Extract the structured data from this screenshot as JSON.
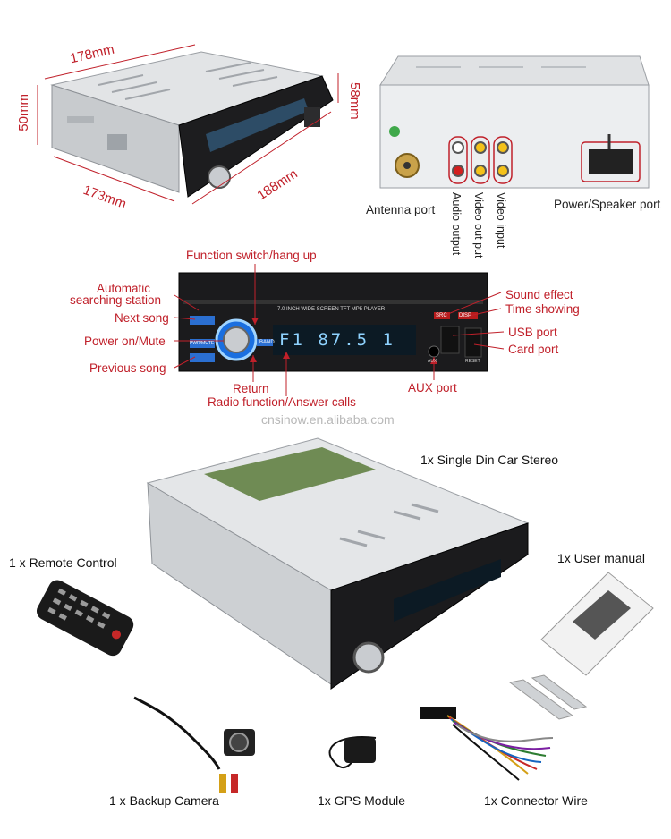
{
  "dimensions": {
    "width_top": "178mm",
    "height_left": "50mm",
    "width_bottom": "173mm",
    "depth_bottom": "188mm",
    "height_right": "58mm"
  },
  "rear_ports": {
    "antenna": "Antenna port",
    "audio_output": "Audio output",
    "video_out": "Video out put",
    "video_input": "Video input",
    "power_speaker": "Power/Speaker port"
  },
  "front_panel": {
    "screen_text": "7.0 INCH WIDE SCREEN TFT MP5 PLAYER",
    "display_readout": "F1 87.5 1",
    "btn_band": "BAND",
    "btn_src": "SRC",
    "btn_disp": "DISP",
    "btn_reset": "RESET",
    "btn_mute": "PWR/MUTE",
    "btn_aux": "AUX"
  },
  "callouts": {
    "function_switch": "Function switch/hang up",
    "auto_search_1": "Automatic",
    "auto_search_2": "searching station",
    "next_song": "Next song",
    "power_mute": "Power on/Mute",
    "previous_song": "Previous song",
    "return": "Return",
    "radio_function": "Radio function/Answer calls",
    "sound_effect": "Sound effect",
    "time_showing": "Time showing",
    "usb_port": "USB port",
    "card_port": "Card port",
    "aux_port": "AUX port"
  },
  "watermark": "cnsinow.en.alibaba.com",
  "package": {
    "stereo": "1x Single Din Car Stereo",
    "remote": "1 x Remote Control",
    "manual": "1x User manual",
    "camera": "1 x Backup Camera",
    "gps": "1x GPS Module",
    "wire": "1x Connector Wire"
  },
  "colors": {
    "accent_red": "#c0202a",
    "metal": "#d6d9dc",
    "panel": "#1b1b1d",
    "lcd_blue": "#8fd3ff"
  }
}
